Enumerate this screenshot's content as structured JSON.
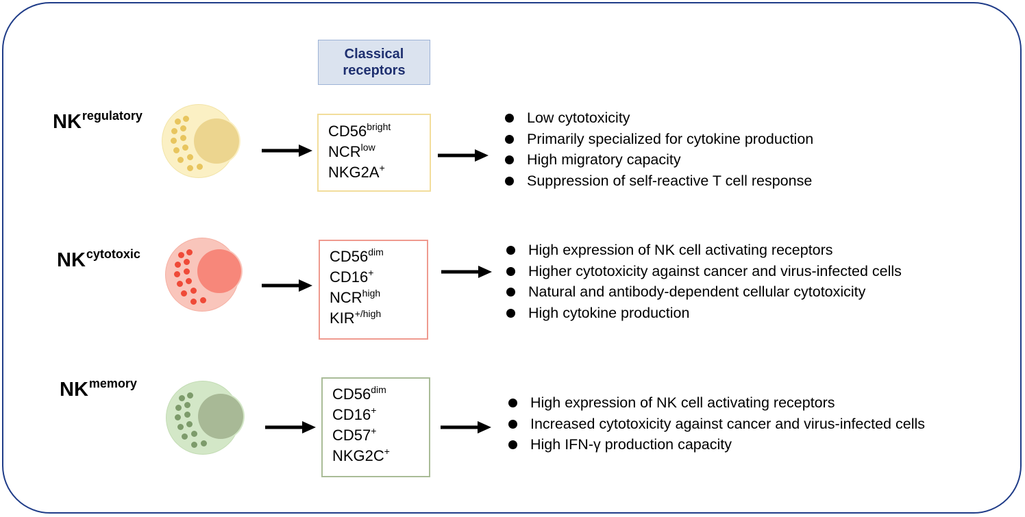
{
  "header": {
    "line1": "Classical",
    "line2": "receptors"
  },
  "rows": [
    {
      "id": "regulatory",
      "label_main": "NK",
      "label_sup": "regulatory",
      "colors": {
        "cell": "#fbf0c4",
        "cell_border": "#f2e4a8",
        "nucleus": "#ecd58f",
        "dots": "#e8c55e",
        "box_border": "#f2dd9b"
      },
      "receptors": [
        {
          "main": "CD56",
          "sup": "bright"
        },
        {
          "main": "NCR",
          "sup": "low"
        },
        {
          "main": "NKG2A",
          "sup": "+"
        }
      ],
      "properties": [
        "Low cytotoxicity",
        "Primarily specialized for cytokine production",
        "High migratory capacity",
        "Suppression of self-reactive T cell response"
      ]
    },
    {
      "id": "cytotoxic",
      "label_main": "NK",
      "label_sup": "cytotoxic",
      "colors": {
        "cell": "#f9c5bb",
        "cell_border": "#f5b0a3",
        "nucleus": "#f7877a",
        "dots": "#ef4a38",
        "box_border": "#ef9a8f"
      },
      "receptors": [
        {
          "main": "CD56",
          "sup": "dim"
        },
        {
          "main": "CD16",
          "sup": "+"
        },
        {
          "main": "NCR",
          "sup": "high"
        },
        {
          "main": "KIR",
          "sup": "+/high"
        }
      ],
      "properties": [
        "High expression of NK cell activating receptors",
        "Higher cytotoxicity against cancer and virus-infected cells",
        "Natural and antibody-dependent cellular cytotoxicity",
        "High cytokine production"
      ]
    },
    {
      "id": "memory",
      "label_main": "NK",
      "label_sup": "memory",
      "colors": {
        "cell": "#d3e7c7",
        "cell_border": "#c3dcb4",
        "nucleus": "#a8b996",
        "dots": "#7d9b6b",
        "box_border": "#a9bc97"
      },
      "receptors": [
        {
          "main": "CD56",
          "sup": "dim"
        },
        {
          "main": "CD16",
          "sup": "+"
        },
        {
          "main": "CD57",
          "sup": "+"
        },
        {
          "main": "NKG2C",
          "sup": "+"
        }
      ],
      "properties": [
        "High expression of NK cell activating receptors",
        "Increased cytotoxicity against cancer and virus-infected cells",
        "High IFN-γ production capacity"
      ]
    }
  ]
}
